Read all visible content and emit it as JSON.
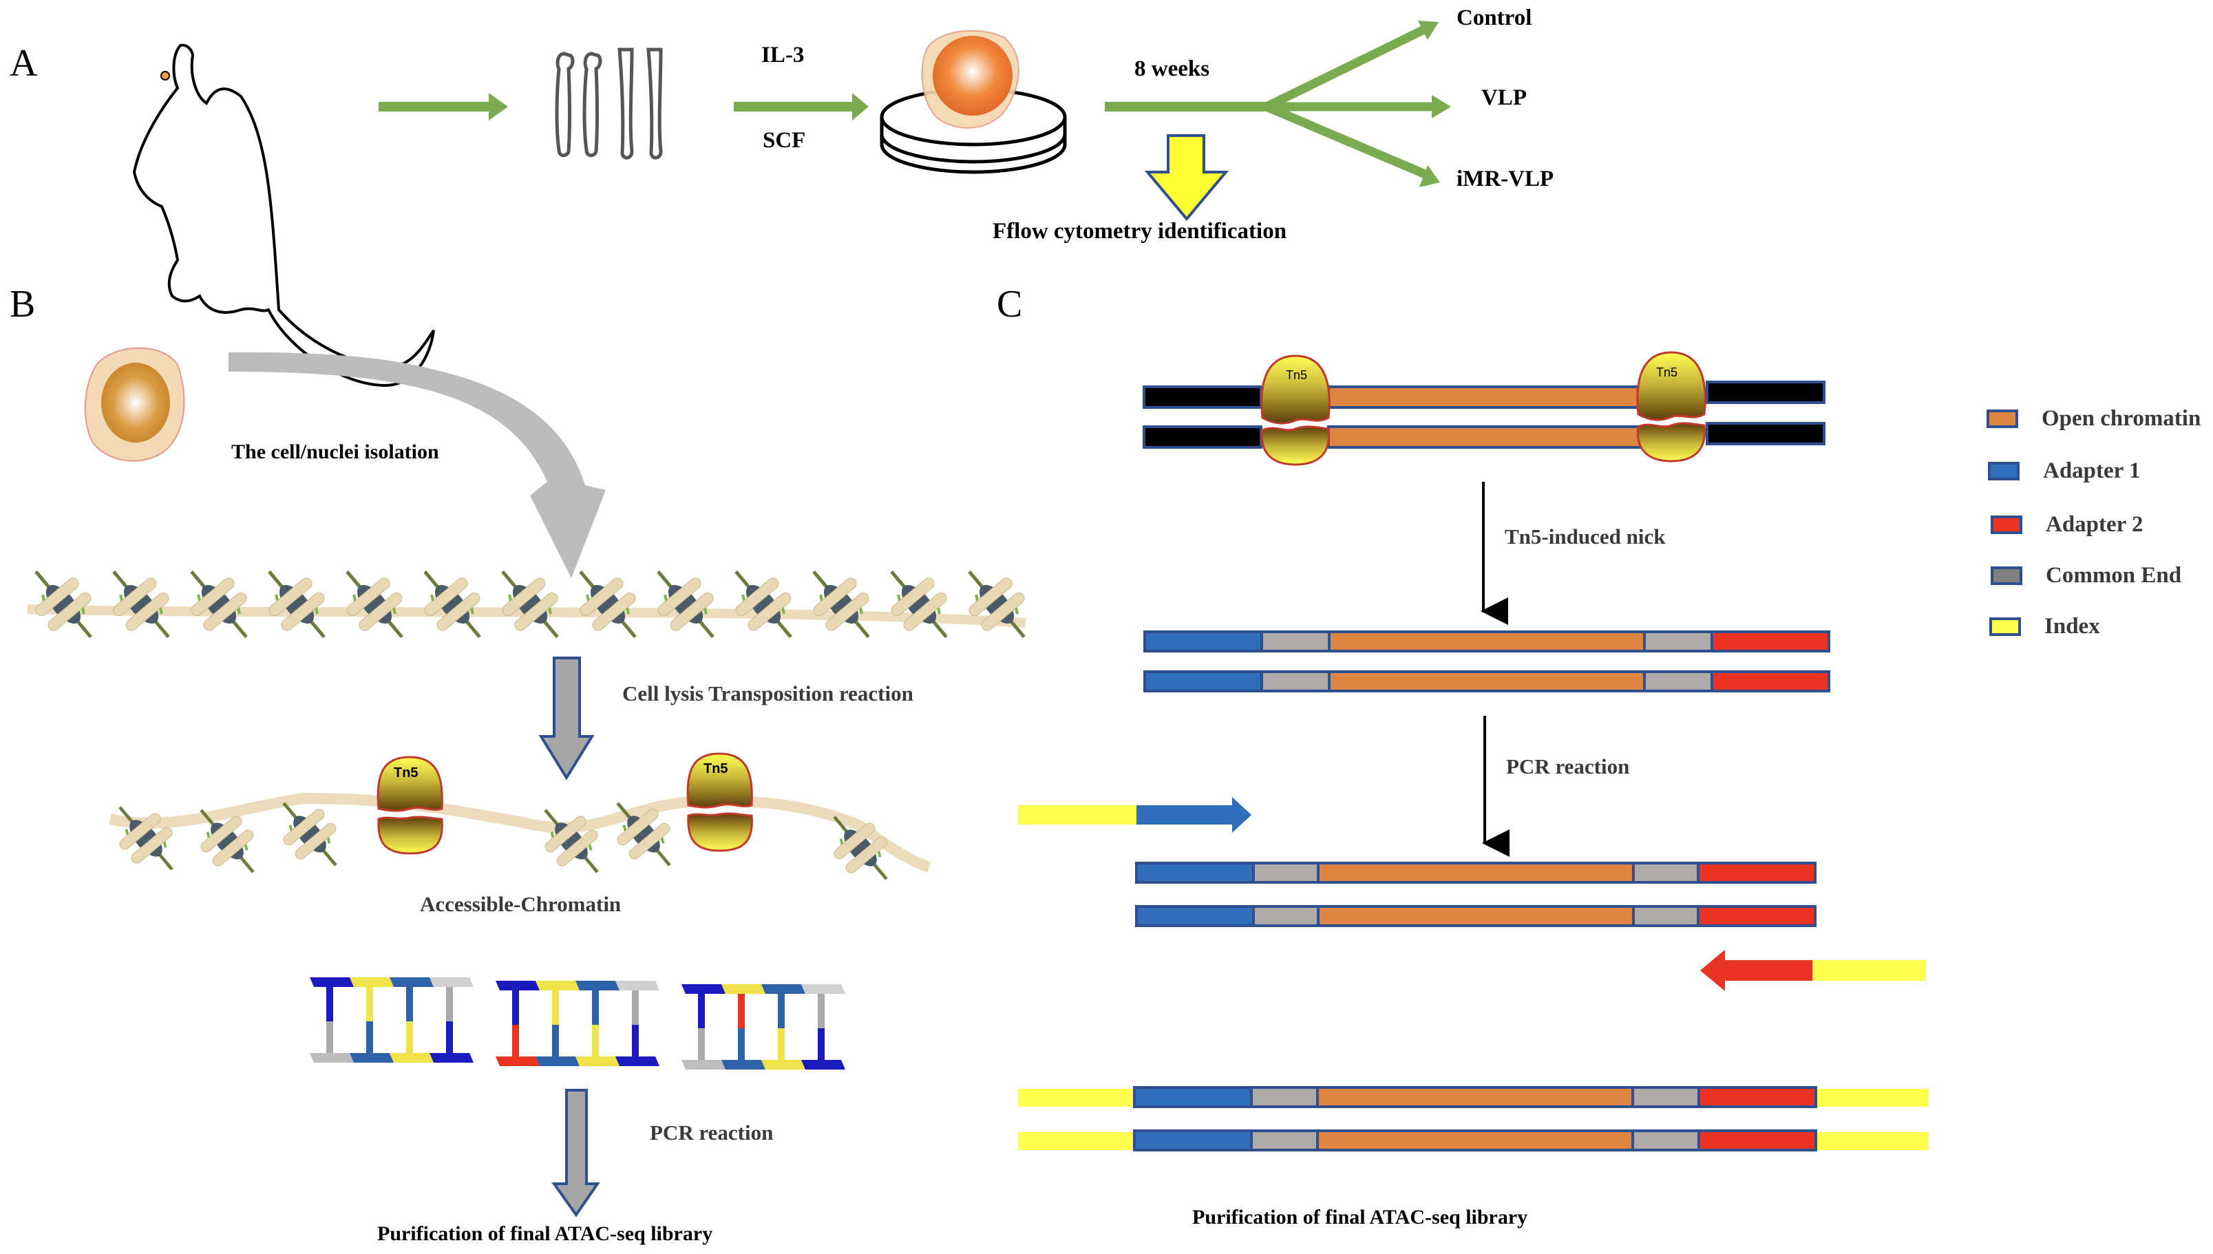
{
  "panels": {
    "A": {
      "letter": "A",
      "growth_factors": [
        "IL-3",
        "SCF"
      ],
      "duration": "8 weeks",
      "groups": [
        "Control",
        "VLP",
        "iMR-VLP"
      ],
      "identification": "Fflow cytometry identification",
      "icons": [
        "mouse-icon",
        "bones-icon",
        "petri-dish-icon",
        "cell-icon"
      ]
    },
    "B": {
      "letter": "B",
      "step1": "The cell/nuclei isolation",
      "step2": "Cell lysis Transposition reaction",
      "step3": "Accessible-Chromatin",
      "step4": "PCR reaction",
      "final": "Purification of final ATAC-seq library",
      "enzyme_label": "Tn5"
    },
    "C": {
      "letter": "C",
      "enzyme_label": "Tn5",
      "step1": "Tn5-induced nick",
      "step2": "PCR reaction",
      "final": "Purification of final ATAC-seq library"
    }
  },
  "legend": [
    {
      "label": "Open chromatin",
      "color": "#df8443"
    },
    {
      "label": "Adapter 1",
      "color": "#2f6ebb"
    },
    {
      "label": "Adapter 2",
      "color": "#e93323"
    },
    {
      "label": "Common End",
      "color": "#808080"
    },
    {
      "label": "Index",
      "color": "#ffff4d"
    }
  ],
  "colors": {
    "arrow_green": "#7aab50",
    "open_chromatin": "#df8443",
    "adapter1": "#2f6ebb",
    "adapter2": "#e93323",
    "common_end": "#adaaa8",
    "index": "#ffff4d",
    "border": "#2f4f8f",
    "grey_arrow": "#a6a6a6"
  }
}
